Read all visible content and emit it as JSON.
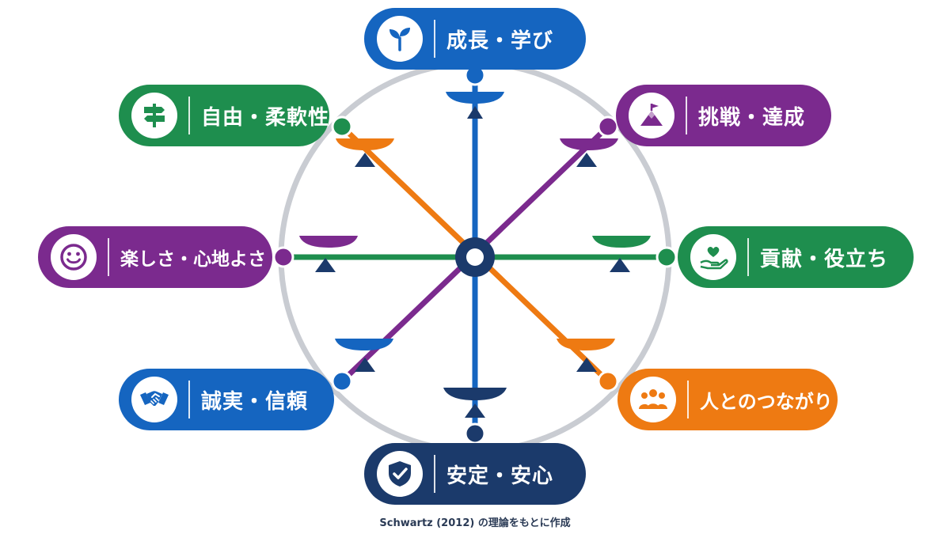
{
  "colors": {
    "blue": "#1565C0",
    "green": "#1E8E4E",
    "purple": "#7B2A8E",
    "orange": "#EE7A12",
    "navy": "#1B3A6B",
    "ring": "#C9CCD2"
  },
  "values": [
    {
      "id": "growth",
      "label": "成長・学び",
      "icon": "sprout-icon",
      "color": "blue"
    },
    {
      "id": "challenge",
      "label": "挑戦・達成",
      "icon": "mountain-flag-icon",
      "color": "purple"
    },
    {
      "id": "contribution",
      "label": "貢献・役立ち",
      "icon": "heart-hand-icon",
      "color": "green"
    },
    {
      "id": "connection",
      "label": "人とのつながり",
      "icon": "people-group-icon",
      "color": "orange"
    },
    {
      "id": "security",
      "label": "安定・安心",
      "icon": "shield-check-icon",
      "color": "navy"
    },
    {
      "id": "integrity",
      "label": "誠実・信頼",
      "icon": "handshake-icon",
      "color": "blue"
    },
    {
      "id": "enjoyment",
      "label": "楽しさ・心地よさ",
      "icon": "smile-icon",
      "color": "purple"
    },
    {
      "id": "freedom",
      "label": "自由・柔軟性",
      "icon": "signpost-icon",
      "color": "green"
    }
  ],
  "caption": "Schwartz (2012) の理論をもとに作成"
}
